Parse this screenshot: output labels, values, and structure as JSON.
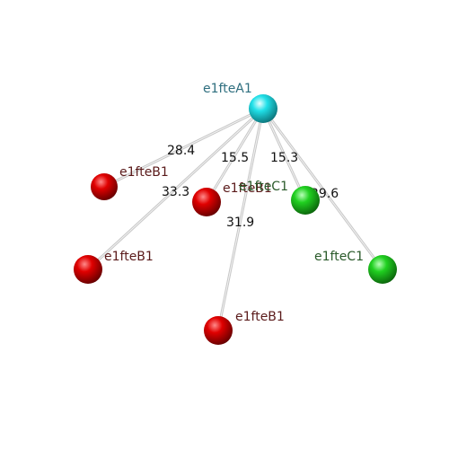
{
  "colors": {
    "center_label": "#2f6f7f",
    "red_label": "#5a1a1a",
    "green_label": "#2a5a2a",
    "red_ball": "#e00000",
    "green_ball": "#20d020",
    "cyan_ball": "#20e0e8",
    "bond": "#c8c8c8"
  },
  "nodes": [
    {
      "id": "center",
      "label": "e1fteA1",
      "kind": "cyan"
    },
    {
      "id": "b1",
      "label": "e1fteB1",
      "kind": "red"
    },
    {
      "id": "b2",
      "label": "e1fteB1",
      "kind": "red"
    },
    {
      "id": "b3",
      "label": "e1fteB1",
      "kind": "red"
    },
    {
      "id": "b4",
      "label": "e1fteB1",
      "kind": "red"
    },
    {
      "id": "c1",
      "label": "e1fteC1",
      "kind": "green"
    },
    {
      "id": "c2",
      "label": "e1fteC1",
      "kind": "green"
    }
  ],
  "edges": [
    {
      "to": "b1",
      "distance": "28.4"
    },
    {
      "to": "b2",
      "distance": "15.5"
    },
    {
      "to": "b3",
      "distance": "33.3"
    },
    {
      "to": "b4",
      "distance": "31.9"
    },
    {
      "to": "c1",
      "distance": "15.3"
    },
    {
      "to": "c2",
      "distance": "29.6"
    }
  ]
}
